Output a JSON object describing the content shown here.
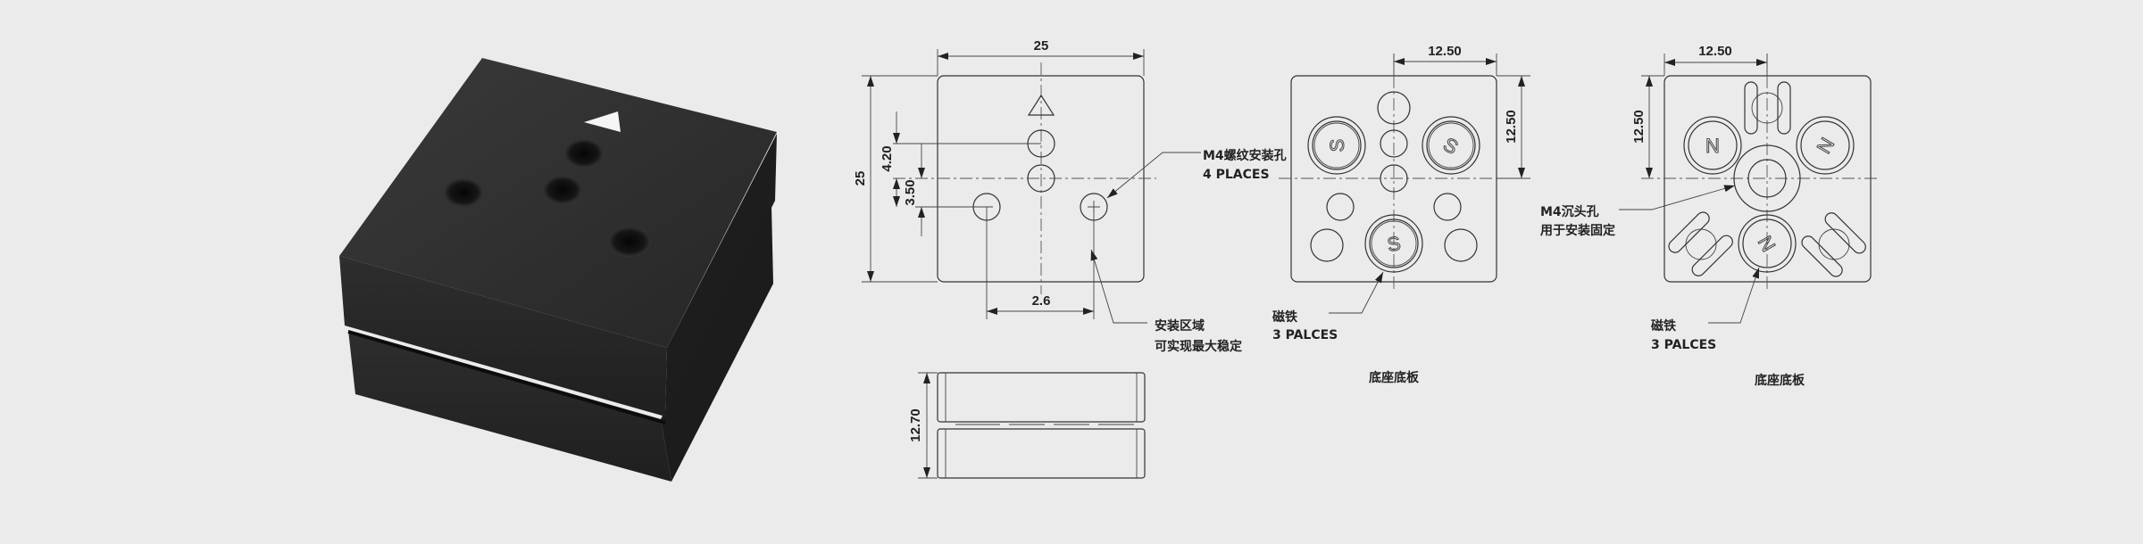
{
  "render": {
    "marker": "triangle-arrow",
    "body_color": "#2b2b2b",
    "marker_color": "#ffffff"
  },
  "top_view": {
    "dim_width": "25",
    "dim_height": "25",
    "dim_4_20": "4.20",
    "dim_3_50": "3.50",
    "dim_2_6": "2.6",
    "callout_holes_line1": "M4螺纹安装孔",
    "callout_holes_line2": "4 PLACES",
    "callout_area_line1": "安装区域",
    "callout_area_line2": "可实现最大稳定"
  },
  "side_view": {
    "dim_height": "12.70"
  },
  "base_s": {
    "dim_h": "12.50",
    "dim_v": "12.50",
    "magnet_letter": "S",
    "callout_line1": "磁铁",
    "callout_line2": "3 PALCES",
    "title": "底座底板"
  },
  "base_n": {
    "dim_h": "12.50",
    "dim_v": "12.50",
    "magnet_letter": "N",
    "callout_cb_line1": "M4沉头孔",
    "callout_cb_line2": "用于安装固定",
    "callout_line1": "磁铁",
    "callout_line2": "3 PALCES",
    "title": "底座底板"
  }
}
